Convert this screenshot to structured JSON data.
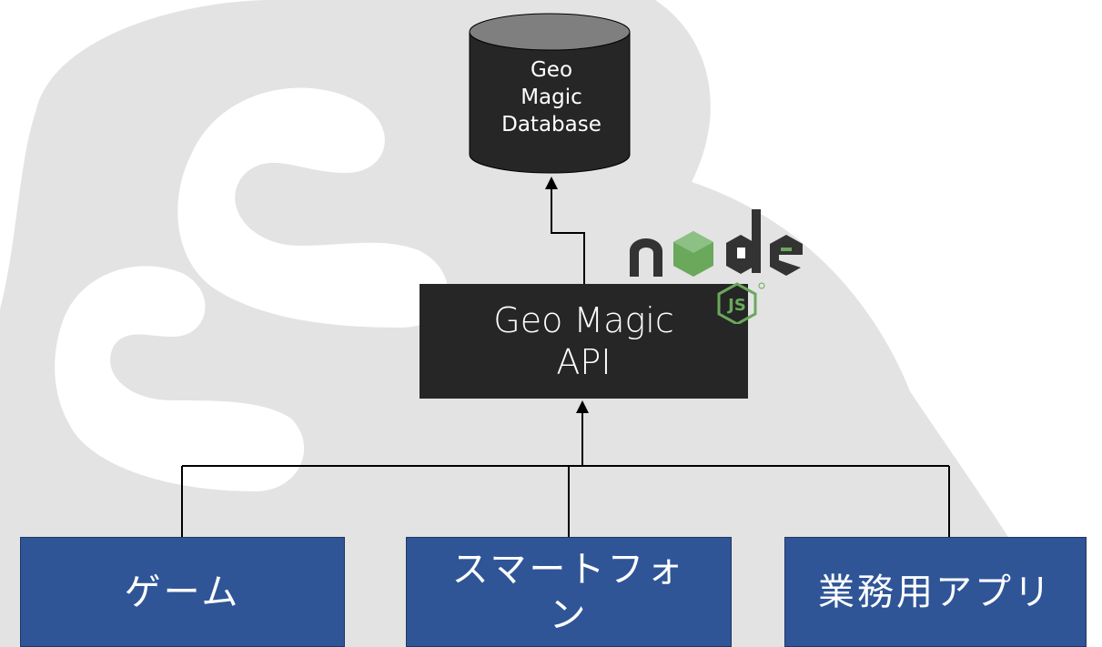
{
  "database": {
    "label_lines": [
      "Geo",
      "Magic",
      "Database"
    ]
  },
  "api": {
    "label_lines": [
      "Geo Magic",
      "API"
    ]
  },
  "node_logo": {
    "wordmark": "node",
    "badge": "JS"
  },
  "clients": [
    {
      "label": "ゲーム"
    },
    {
      "label": "スマートフォン"
    },
    {
      "label": "業務用アプリ"
    }
  ],
  "colors": {
    "background_watermark": "#e3e3e3",
    "dark_box": "#262626",
    "client_fill": "#2f5597",
    "node_green": "#6aa85c",
    "node_dark": "#333333",
    "line": "#000000"
  }
}
